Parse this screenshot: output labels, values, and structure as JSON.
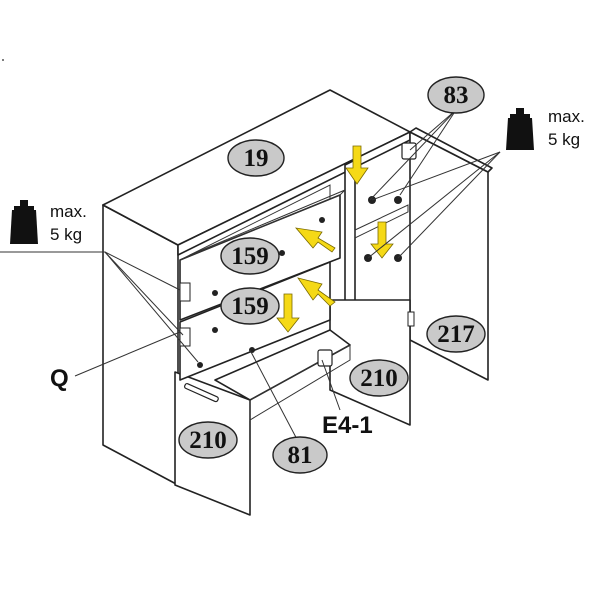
{
  "parts": {
    "top": "19",
    "side_panel": "83",
    "drawer_upper": "159",
    "drawer_lower": "159",
    "door_left": "210",
    "door_right": "210",
    "right_side": "217",
    "bottom_shelf": "81"
  },
  "callouts": {
    "q": "Q",
    "e4": "E4-1"
  },
  "weight_left": {
    "label": "max.",
    "value": "5 kg",
    "icon": "weight-icon"
  },
  "weight_right": {
    "label": "max.",
    "value": "5 kg",
    "icon": "weight-icon"
  },
  "arrow_color": "#f5d916",
  "oval_color": "#c9c9c9"
}
